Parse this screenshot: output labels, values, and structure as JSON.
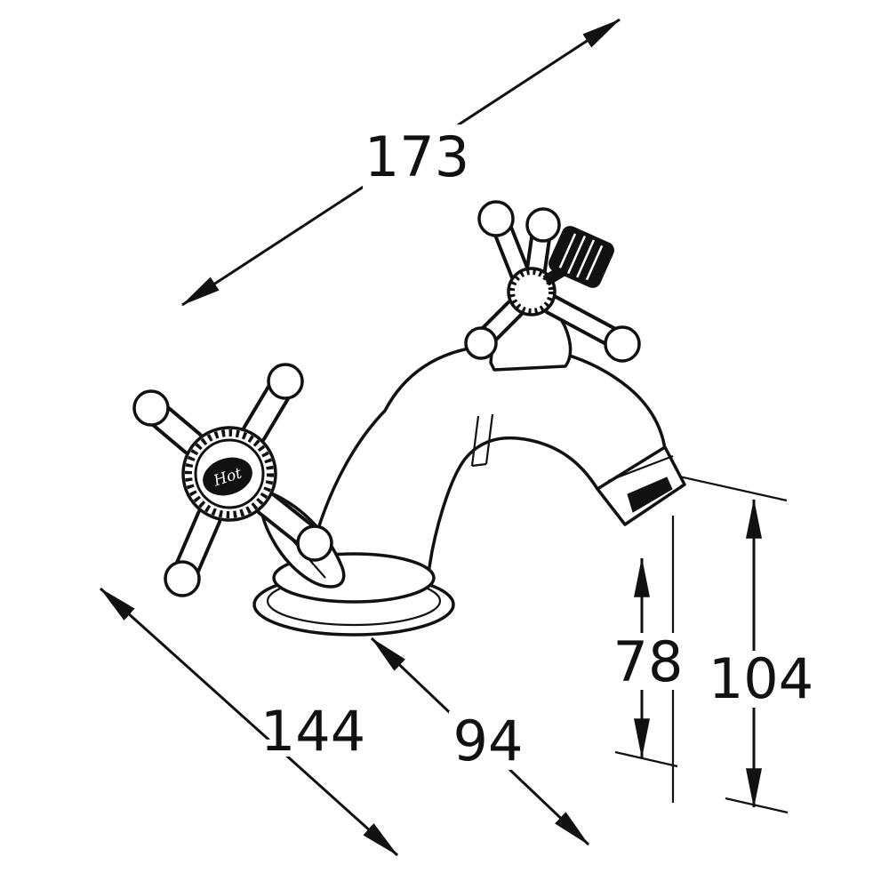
{
  "drawing": {
    "background_color": "#ffffff",
    "line_color": "#111111",
    "medallion_text": "Hot",
    "dimensions": {
      "width_top": {
        "value": "173"
      },
      "base_depth": {
        "value": "144"
      },
      "spout_reach": {
        "value": "94"
      },
      "spout_height": {
        "value": "78"
      },
      "overall_height": {
        "value": "104"
      }
    }
  }
}
